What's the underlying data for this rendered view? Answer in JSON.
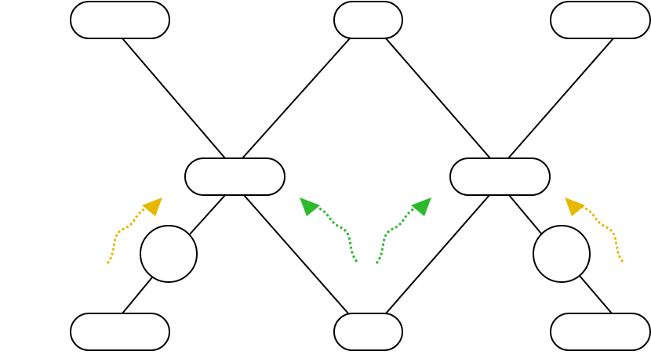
{
  "colors": {
    "stroke": "#000000",
    "node_fill": "#ffffff",
    "wave_yellow": "#e6b800",
    "wave_green": "#2db92d"
  },
  "diagram": {
    "nodes": [
      {
        "id": "top-left",
        "shape": "rounded-rect",
        "label": ""
      },
      {
        "id": "top-center",
        "shape": "rounded-rect",
        "label": ""
      },
      {
        "id": "top-right",
        "shape": "rounded-rect",
        "label": ""
      },
      {
        "id": "mid-left",
        "shape": "rounded-rect",
        "label": ""
      },
      {
        "id": "mid-right",
        "shape": "rounded-rect",
        "label": ""
      },
      {
        "id": "circle-left",
        "shape": "circle",
        "label": ""
      },
      {
        "id": "circle-right",
        "shape": "circle",
        "label": ""
      },
      {
        "id": "bottom-left",
        "shape": "rounded-rect",
        "label": ""
      },
      {
        "id": "bottom-center",
        "shape": "rounded-rect",
        "label": ""
      },
      {
        "id": "bottom-right",
        "shape": "rounded-rect",
        "label": ""
      }
    ],
    "edges": [
      {
        "from": "top-left",
        "to": "mid-left"
      },
      {
        "from": "top-center",
        "to": "mid-left"
      },
      {
        "from": "top-center",
        "to": "mid-right"
      },
      {
        "from": "top-right",
        "to": "mid-right"
      },
      {
        "from": "mid-left",
        "to": "circle-left"
      },
      {
        "from": "circle-left",
        "to": "bottom-left"
      },
      {
        "from": "mid-left",
        "to": "bottom-center"
      },
      {
        "from": "mid-right",
        "to": "bottom-center"
      },
      {
        "from": "mid-right",
        "to": "circle-right"
      },
      {
        "from": "circle-right",
        "to": "bottom-right"
      }
    ],
    "wavy_arrows": [
      {
        "id": "wave-left",
        "color": "wave_yellow",
        "direction": "up-right"
      },
      {
        "id": "wave-center-left",
        "color": "wave_green",
        "direction": "up-left"
      },
      {
        "id": "wave-center-right",
        "color": "wave_green",
        "direction": "up-right"
      },
      {
        "id": "wave-right",
        "color": "wave_yellow",
        "direction": "up-left"
      }
    ]
  }
}
